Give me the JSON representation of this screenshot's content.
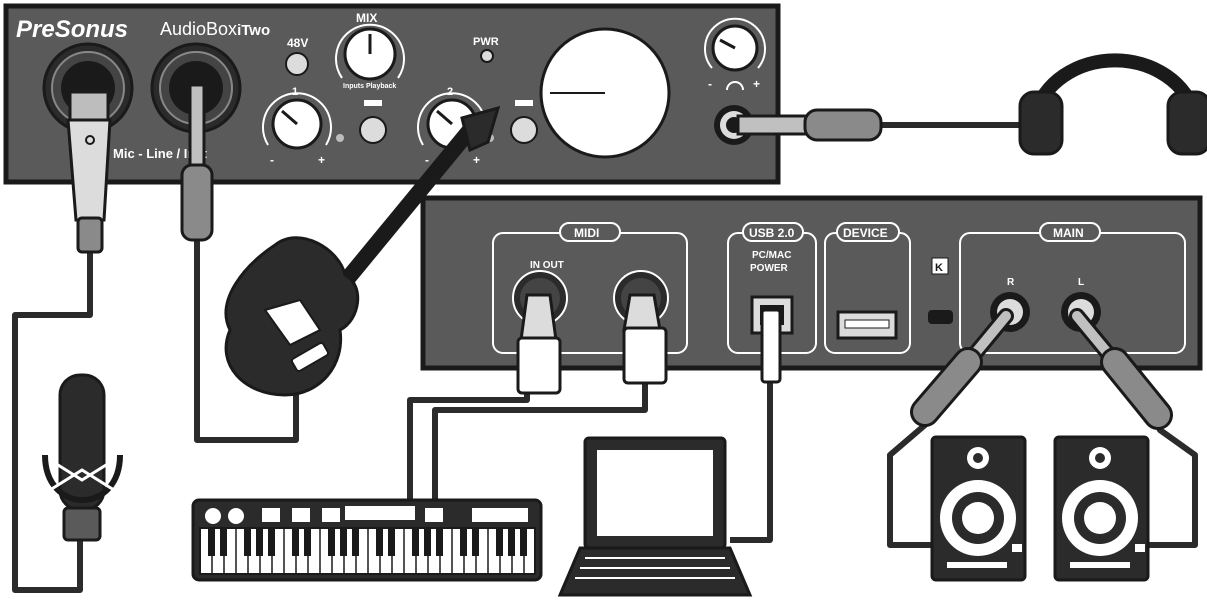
{
  "front_panel": {
    "brand": "PreSonus",
    "model_prefix": "AudioBox",
    "model_suffix": "iTwo",
    "phantom_label": "48V",
    "mix_label": "MIX",
    "mix_sublabel": "Inputs Playback",
    "power_label": "PWR",
    "ch1_label": "1",
    "ch2_label": "2",
    "input_label": "Mic - Line / Inst",
    "minus": "-",
    "plus": "+"
  },
  "rear_panel": {
    "midi_label": "MIDI",
    "midi_ports_label": "IN OUT",
    "usb_label": "USB 2.0",
    "usb_sub1": "PC/MAC",
    "usb_sub2": "POWER",
    "device_label": "DEVICE",
    "main_label": "MAIN",
    "main_right": "R",
    "main_left": "L"
  },
  "colors": {
    "panel": "#5a5a5a",
    "panel_dark": "#2b2b2b",
    "outline": "#1a1a1a",
    "label_white": "#ffffff",
    "knob_fill": "#ffffff"
  },
  "icons": [
    "microphone-icon",
    "guitar-icon",
    "keyboard-icon",
    "laptop-icon",
    "headphones-icon",
    "speaker-icon",
    "kensington-lock-icon"
  ]
}
